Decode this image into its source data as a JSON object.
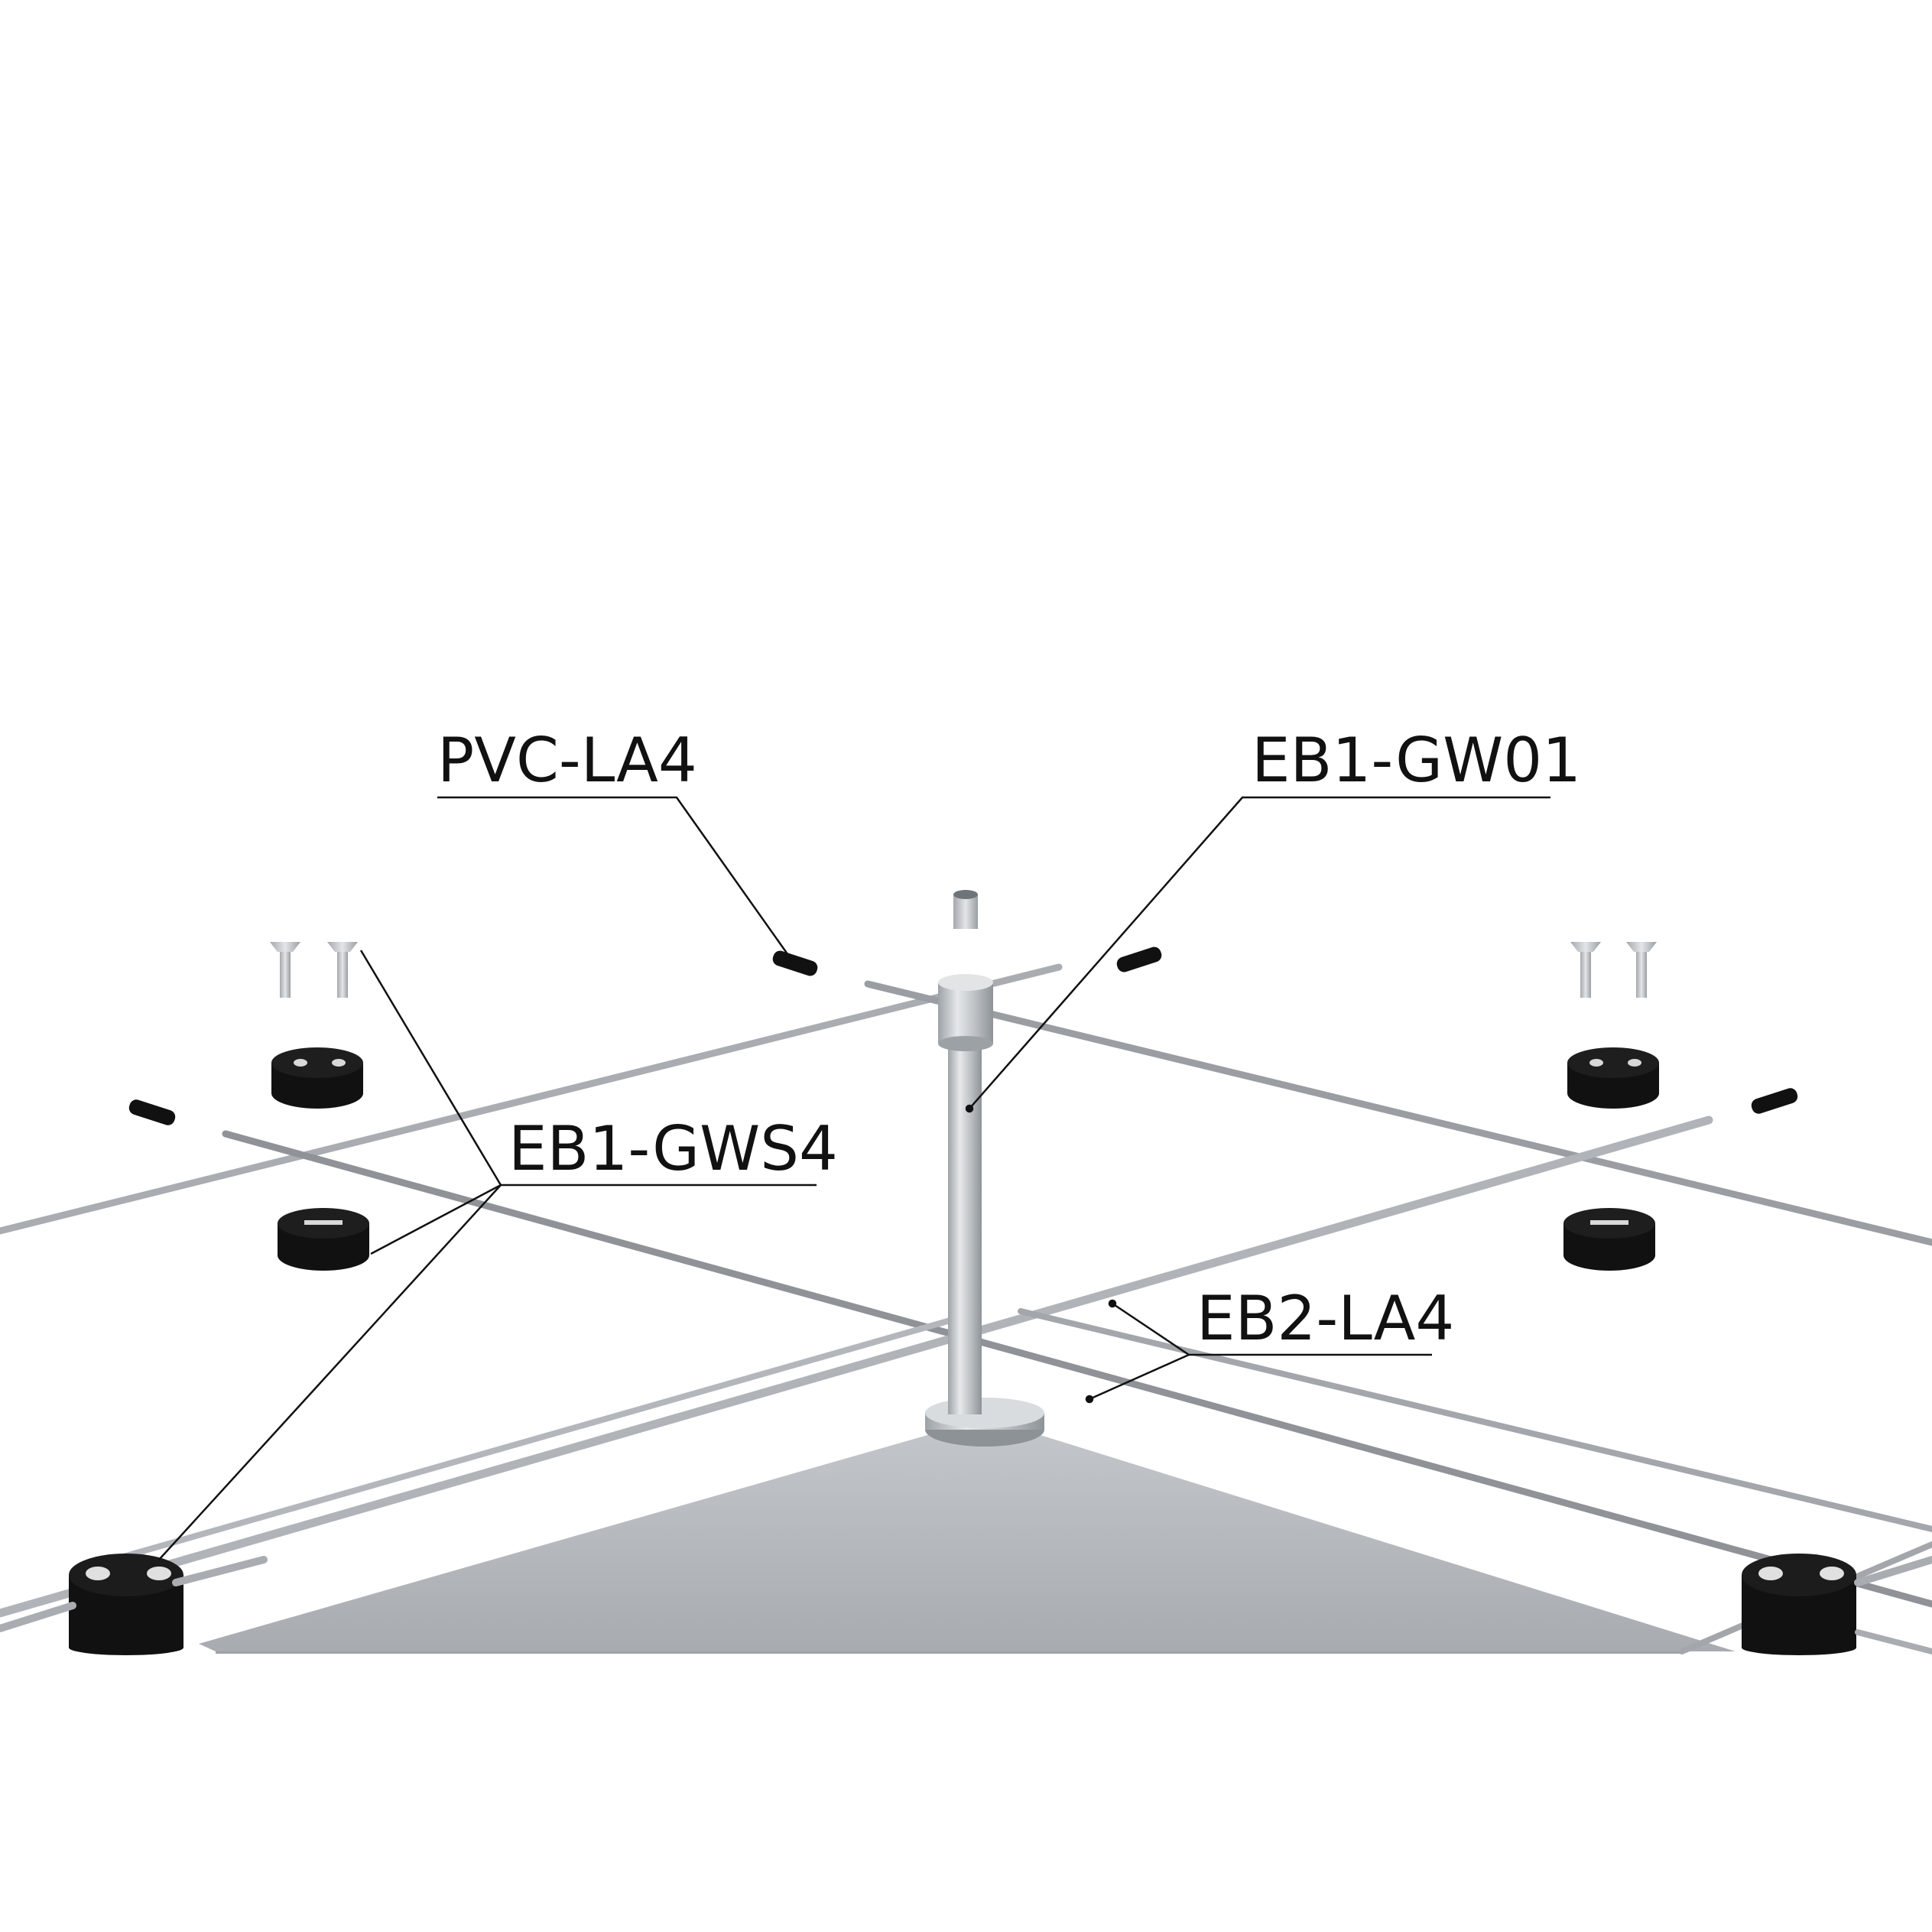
{
  "callouts": {
    "pvc": "PVC-LA4",
    "gw01": "EB1-GW01",
    "gws4": "EB1-GWS4",
    "la4": "EB2-LA4"
  },
  "colors": {
    "background": "#ffffff",
    "panel": "#b4b8bd",
    "metal": "#c8ccd0",
    "cable": "#a9adb2",
    "black_part": "#111111",
    "leader": "#111111"
  },
  "parts": [
    "panel",
    "center-post",
    "steel-cable",
    "cable-clamp",
    "end-cap",
    "countersunk-screw",
    "grub-screw"
  ]
}
